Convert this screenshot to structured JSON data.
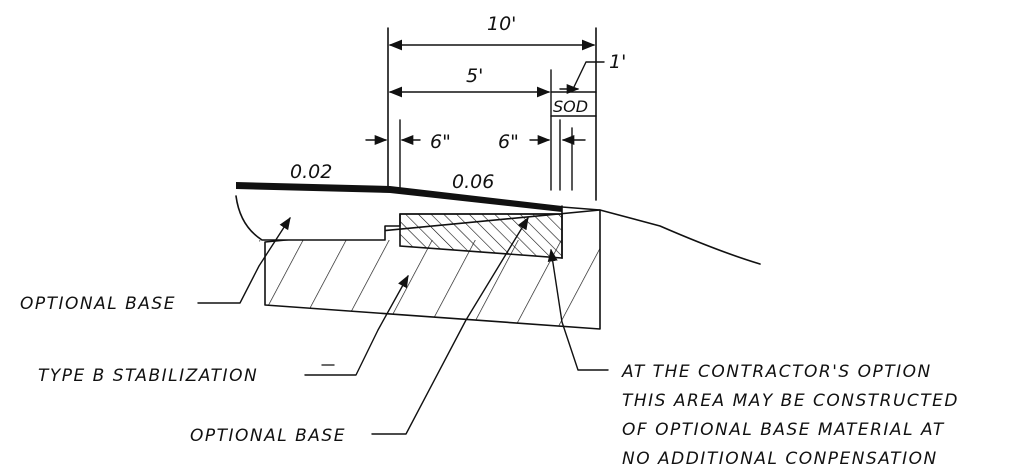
{
  "dimensions": {
    "overall_width": "10'",
    "inner_width": "5'",
    "sod_width": "1'",
    "sod_label": "SOD",
    "left_offset": "6\"",
    "right_offset": "6\""
  },
  "slopes": {
    "left": "0.02",
    "right": "0.06"
  },
  "callouts": {
    "optional_base_upper": "OPTIONAL BASE",
    "type_b_stabilization": "TYPE B STABILIZATION",
    "optional_base_lower": "OPTIONAL BASE",
    "contractor_note": [
      "AT THE CONTRACTOR'S OPTION",
      "THIS AREA MAY BE CONSTRUCTED",
      "OF OPTIONAL BASE MATERIAL AT",
      "NO ADDITIONAL CONPENSATION"
    ]
  },
  "colors": {
    "ink": "#111111",
    "background": "#ffffff"
  }
}
